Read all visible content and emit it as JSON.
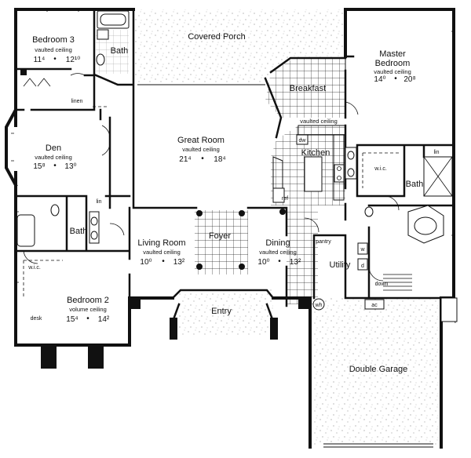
{
  "rooms": {
    "bedroom3": {
      "name": "Bedroom 3",
      "ceiling": "vaulted ceiling",
      "dim1": "11⁴",
      "dim2": "12¹⁰"
    },
    "covered_porch": {
      "name": "Covered Porch"
    },
    "master": {
      "name1": "Master",
      "name2": "Bedroom",
      "ceiling": "vaulted ceiling",
      "dim1": "14⁰",
      "dim2": "20⁸"
    },
    "breakfast": {
      "name": "Breakfast"
    },
    "den": {
      "name": "Den",
      "ceiling": "vaulted ceiling",
      "dim1": "15⁸",
      "dim2": "13⁰"
    },
    "great_room": {
      "name": "Great Room",
      "ceiling": "vaulted ceiling",
      "dim1": "21⁴",
      "dim2": "18⁴"
    },
    "kitchen": {
      "name": "Kitchen",
      "ceiling": "vaulted ceiling"
    },
    "living_room": {
      "name": "Living Room",
      "ceiling": "vaulted ceiling",
      "dim1": "10⁰",
      "dim2": "13²"
    },
    "foyer": {
      "name": "Foyer"
    },
    "dining": {
      "name": "Dining",
      "ceiling": "vaulted ceiling",
      "dim1": "10⁰",
      "dim2": "13²"
    },
    "utility": {
      "name": "Utility"
    },
    "bedroom2": {
      "name": "Bedroom 2",
      "ceiling": "volume ceiling",
      "dim1": "15⁴",
      "dim2": "14²"
    },
    "entry": {
      "name": "Entry"
    },
    "double_garage": {
      "name": "Double Garage"
    }
  },
  "small_labels": {
    "bath_top": "Bath",
    "bath_left": "Bath",
    "bath_master": "Bath",
    "linen": "linen",
    "lin_den": "lin",
    "lin_master": "lin",
    "wic_master": "w.i.c.",
    "wic_bed2": "w.i.c.",
    "desk": "desk",
    "dw": "dw",
    "ref": "ref",
    "pantry": "pantry",
    "w": "w",
    "d": "d",
    "down": "down",
    "ac": "ac",
    "wh": "wh"
  },
  "bullet": "•"
}
